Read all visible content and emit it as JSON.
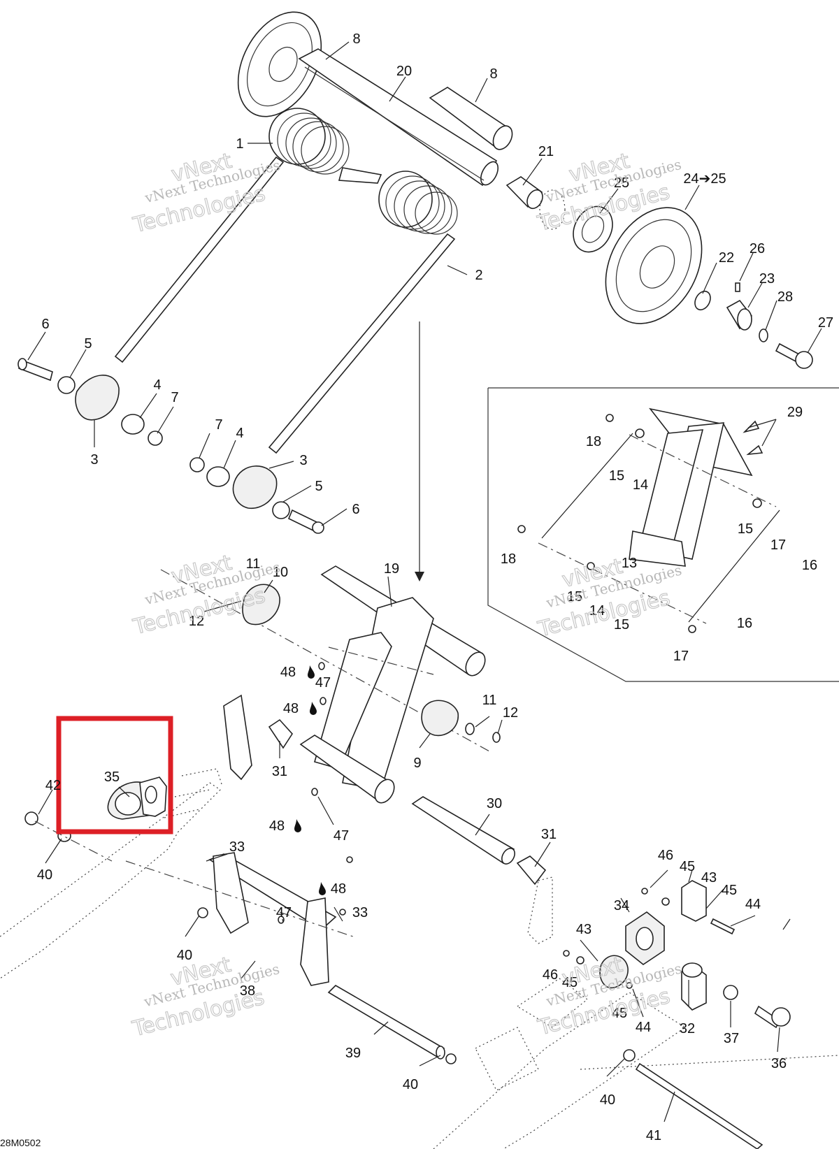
{
  "diagram_code": "28M0502",
  "watermark": {
    "line1": "vNext Technologies",
    "line2": "vNext",
    "line3": "Technologies"
  },
  "highlight": {
    "color": "#dd1f26",
    "label": "35"
  },
  "callouts": {
    "c1": "1",
    "c2": "2",
    "c3a": "3",
    "c3b": "3",
    "c4a": "4",
    "c4b": "4",
    "c5a": "5",
    "c5b": "5",
    "c6a": "6",
    "c6b": "6",
    "c7a": "7",
    "c7b": "7",
    "c8a": "8",
    "c8b": "8",
    "c9": "9",
    "c10": "10",
    "c11a": "11",
    "c11b": "11",
    "c12a": "12",
    "c12b": "12",
    "c13": "13",
    "c14a": "14",
    "c14b": "14",
    "c15a": "15",
    "c15b": "15",
    "c15c": "15",
    "c16a": "16",
    "c16b": "16",
    "c17a": "17",
    "c17b": "17",
    "c18a": "18",
    "c18b": "18",
    "c19": "19",
    "c20": "20",
    "c21": "21",
    "c22": "22",
    "c23": "23",
    "c24": "24➔25",
    "c25": "25",
    "c26": "26",
    "c27": "27",
    "c28": "28",
    "c29": "29",
    "c30": "30",
    "c31a": "31",
    "c31b": "31",
    "c32": "32",
    "c33a": "33",
    "c33b": "33",
    "c34": "34",
    "c36": "36",
    "c37": "37",
    "c38": "38",
    "c39": "39",
    "c40a": "40",
    "c40b": "40",
    "c40c": "40",
    "c40d": "40",
    "c41": "41",
    "c42": "42",
    "c43a": "43",
    "c43b": "43",
    "c44a": "44",
    "c44b": "44",
    "c45a": "45",
    "c45b": "45",
    "c45c": "45",
    "c45d": "45",
    "c46a": "46",
    "c46b": "46",
    "c47a": "47",
    "c47b": "47",
    "c47c": "47",
    "c48a": "48",
    "c48b": "48",
    "c48c": "48",
    "c48d": "48"
  }
}
